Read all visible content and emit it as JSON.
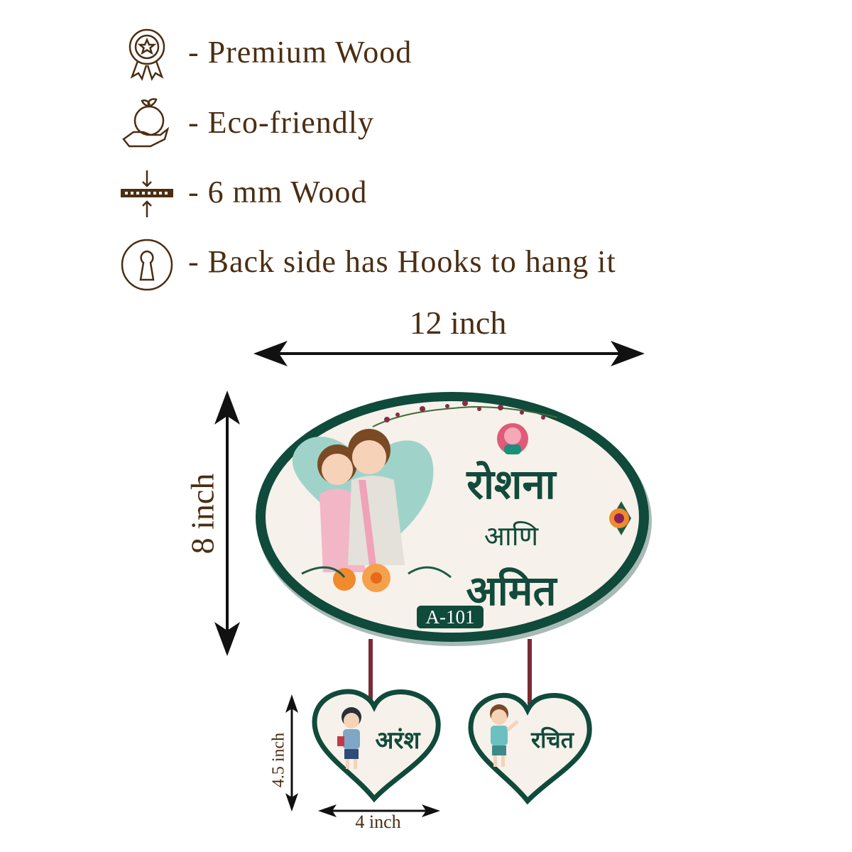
{
  "features": [
    {
      "icon": "award-badge-icon",
      "label": "- Premium Wood"
    },
    {
      "icon": "eco-hand-globe-icon",
      "label": "- Eco-friendly"
    },
    {
      "icon": "thickness-icon",
      "label": "- 6 mm Wood"
    },
    {
      "icon": "keyhole-icon",
      "label": "- Back side has Hooks to hang it"
    }
  ],
  "dimensions": {
    "width": "12 inch",
    "height": "8 inch",
    "heart_height": "4.5 inch",
    "heart_width": "4 inch"
  },
  "nameplate": {
    "name1": "रोशना",
    "connector": "आणि",
    "name2": "अमित",
    "house_number": "A-101"
  },
  "hearts": [
    {
      "name": "अरंश"
    },
    {
      "name": "रचित"
    }
  ],
  "colors": {
    "text_brown": "#4b2e12",
    "plate_green": "#0f4a3b",
    "plate_fill": "#f6f1ea",
    "rope": "#7a2b33"
  }
}
